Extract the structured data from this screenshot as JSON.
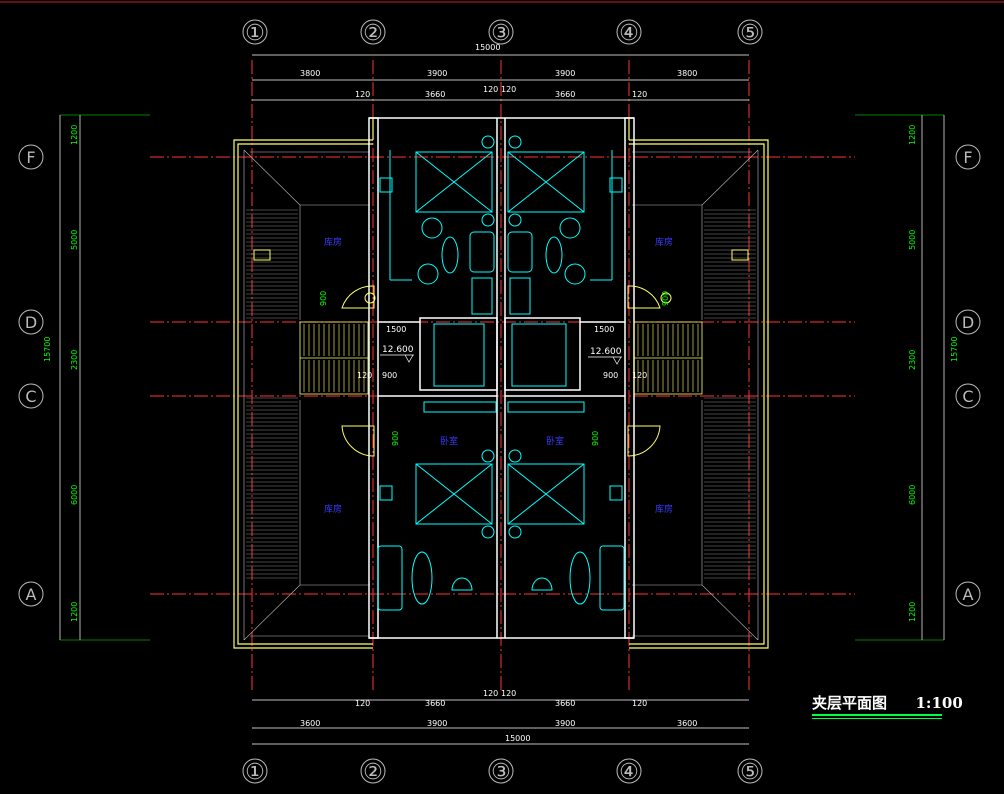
{
  "drawing": {
    "title": "夹层平面图",
    "scale": "1:100"
  },
  "grid": {
    "columns": [
      "①",
      "②",
      "③",
      "④",
      "⑤"
    ],
    "rows": [
      "F",
      "D",
      "C",
      "A"
    ]
  },
  "dimensions": {
    "top_total": "15000",
    "top_bays": [
      "3800",
      "3900",
      "3900",
      "3800"
    ],
    "top_inner": [
      "120",
      "3660",
      "120",
      "120",
      "3660",
      "120"
    ],
    "bottom_total": "15000",
    "bottom_bays": [
      "3600",
      "3900",
      "3900",
      "3600"
    ],
    "bottom_inner": [
      "120",
      "3660",
      "120",
      "120",
      "3660",
      "120"
    ],
    "side_total": "15700",
    "side_segments": [
      "1200",
      "5000",
      "2300",
      "6000",
      "1200"
    ],
    "stair_dims": [
      "1500",
      "900",
      "120",
      "900",
      "900",
      "2300",
      "900"
    ]
  },
  "rooms": {
    "storage": "库房",
    "bedroom": "卧室"
  },
  "elevation": "12.600",
  "colors": {
    "background": "#000000",
    "wall": "#ffffff",
    "roof_outline": "#ffff66",
    "furniture": "#00ffff",
    "dimension": "#00ff00",
    "axis": "#ff3333",
    "room_text": "#3a3aff"
  }
}
